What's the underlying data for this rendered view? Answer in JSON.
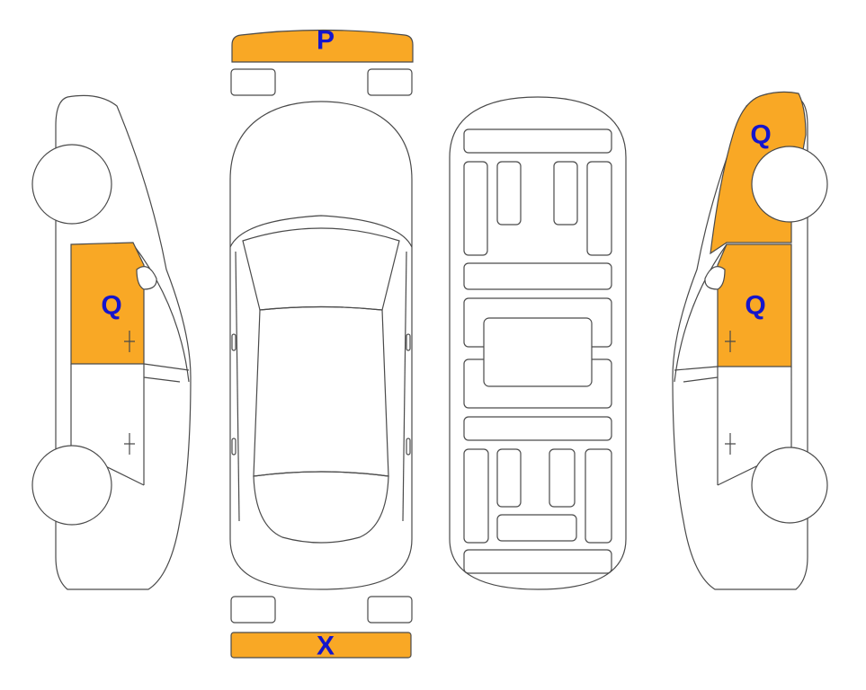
{
  "colors": {
    "highlight": "#F9A825",
    "label": "#1515CC"
  },
  "labels": {
    "front_bumper": "P",
    "rear_bumper": "X",
    "left_front_door": "Q",
    "right_rear_quarter": "Q",
    "right_front_door": "Q"
  }
}
